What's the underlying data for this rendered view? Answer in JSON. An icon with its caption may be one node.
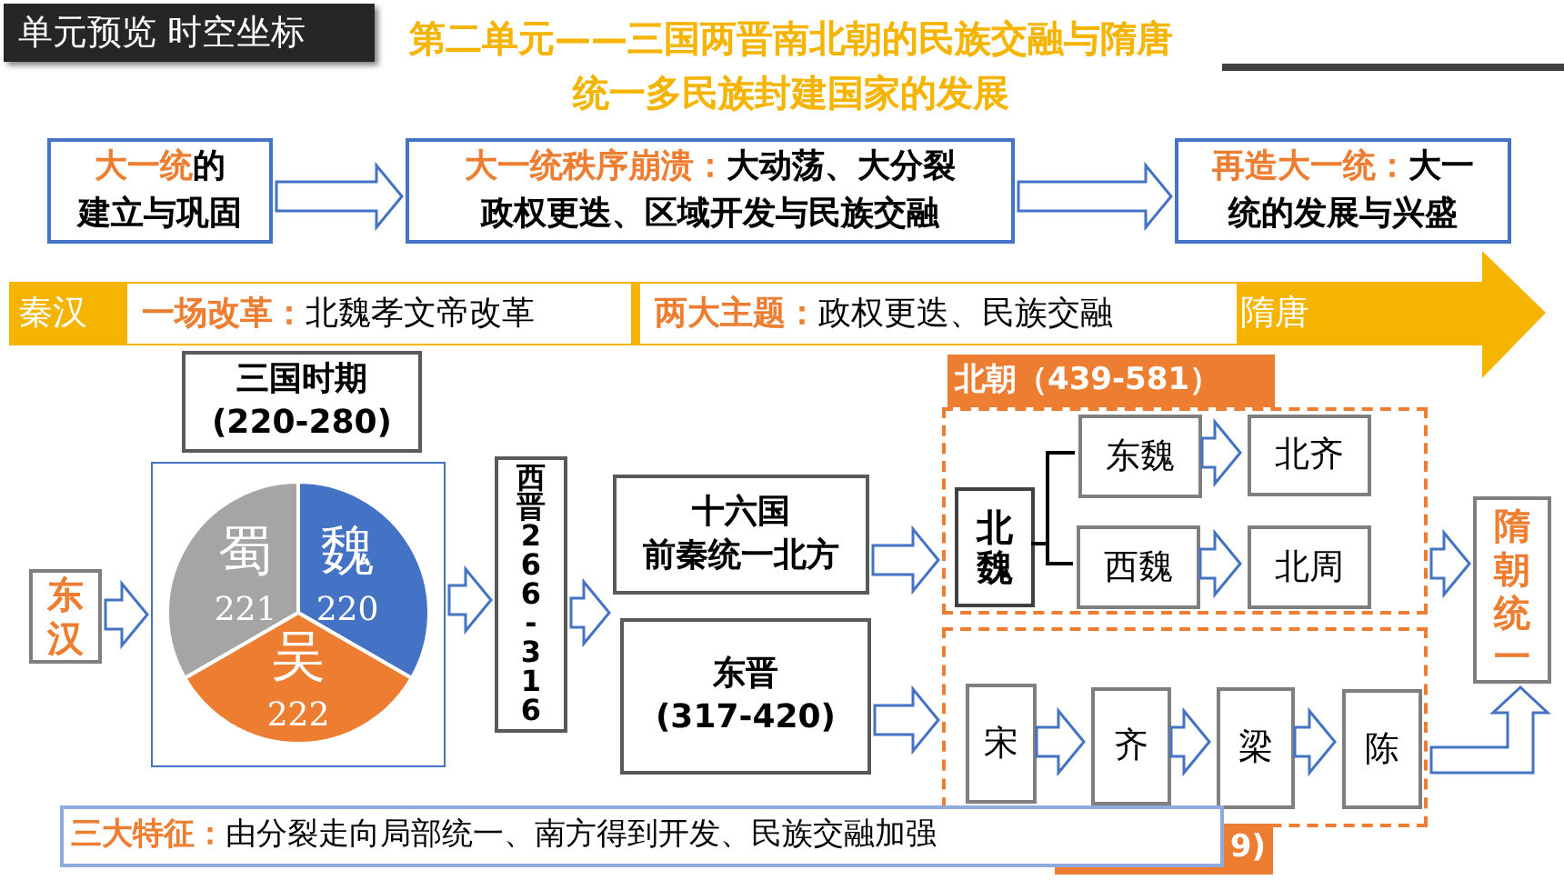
{
  "diagram": {
    "title": "第二单元——三国两晋南北朝的民族交融与隋唐统一多民族封建国家的发展",
    "nodes": [
      {
        "text": [
          "大一统",
          "的",
          "建立与巩固"
        ]
      },
      {
        "text": [
          "大一统秩序崩溃：",
          "大动荡、大分裂",
          "政权更迭、区域开发与民族交融"
        ]
      },
      {
        "text": [
          "再造大一统：",
          "大一统的发展与兴盛"
        ]
      },
      {
        "text": [
          "秦汉",
          "隋唐"
        ]
      },
      {
        "text": [
          "一场改革：",
          "北魏孝文帝改革"
        ],
        "in": 3
      },
      {
        "text": [
          "两大主题：",
          "政权更迭、民族交融"
        ],
        "in": 3
      },
      {
        "text": [
          "东汉"
        ]
      },
      {
        "text": [
          "三国时期",
          "(220-280)"
        ]
      },
      {
        "text": [],
        "shape": "box"
      },
      {
        "text": [
          "魏",
          "220"
        ],
        "in": 8
      },
      {
        "text": [
          "蜀",
          "221"
        ],
        "in": 8
      },
      {
        "text": [
          "吴",
          "222"
        ],
        "in": 8
      },
      {
        "text": [
          "西晋266-316"
        ]
      },
      {
        "text": [
          "十六国",
          "前秦统一北方"
        ]
      },
      {
        "text": [
          "东晋",
          "(317-420)"
        ]
      },
      {
        "text": [
          "北朝（439-581）"
        ]
      },
      {
        "text": [
          "北魏"
        ],
        "in": 15
      },
      {
        "text": [
          "东魏"
        ],
        "in": 15
      },
      {
        "text": [
          "北齐"
        ],
        "in": 15
      },
      {
        "text": [
          "西魏"
        ],
        "in": 15
      },
      {
        "text": [
          "北周"
        ],
        "in": 15
      },
      {
        "text": [
          "9)"
        ]
      },
      {
        "text": [
          "宋"
        ],
        "in": 21
      },
      {
        "text": [
          "齐"
        ],
        "in": 21
      },
      {
        "text": [
          "梁"
        ],
        "in": 21
      },
      {
        "text": [
          "陈"
        ],
        "in": 21
      },
      {
        "text": [
          "隋朝统一"
        ]
      },
      {
        "text": [
          "三大特征：",
          "由分裂走向局部统一、南方得到开发、民族交融加强"
        ]
      }
    ],
    "edges": [
      {
        "from": 0,
        "to": 1,
        "arrow": "to"
      },
      {
        "from": 1,
        "to": 2,
        "arrow": "to"
      },
      {
        "from": 6,
        "to": 8,
        "arrow": "to"
      },
      {
        "from": 8,
        "to": 12,
        "arrow": "to"
      },
      {
        "from": 12,
        "to": 13,
        "arrow": "to"
      },
      {
        "from": 12,
        "to": 14,
        "arrow": "to"
      },
      {
        "from": 13,
        "to": 15,
        "arrow": "to"
      },
      {
        "from": 14,
        "to": 21,
        "arrow": "to"
      },
      {
        "from": 17,
        "to": 18,
        "arrow": "to"
      },
      {
        "from": 19,
        "to": 20,
        "arrow": "to"
      },
      {
        "from": 22,
        "to": 23,
        "arrow": "to"
      },
      {
        "from": 23,
        "to": 24,
        "arrow": "to"
      },
      {
        "from": 24,
        "to": 25,
        "arrow": "to"
      },
      {
        "from": 15,
        "to": 26,
        "arrow": "to"
      },
      {
        "from": 21,
        "to": 26,
        "arrow": "to"
      },
      {
        "from": 16,
        "to": 17,
        "arrow": "none"
      },
      {
        "from": 16,
        "to": 19,
        "arrow": "none"
      }
    ],
    "labels": [
      "单元预览 时空坐标"
    ]
  }
}
